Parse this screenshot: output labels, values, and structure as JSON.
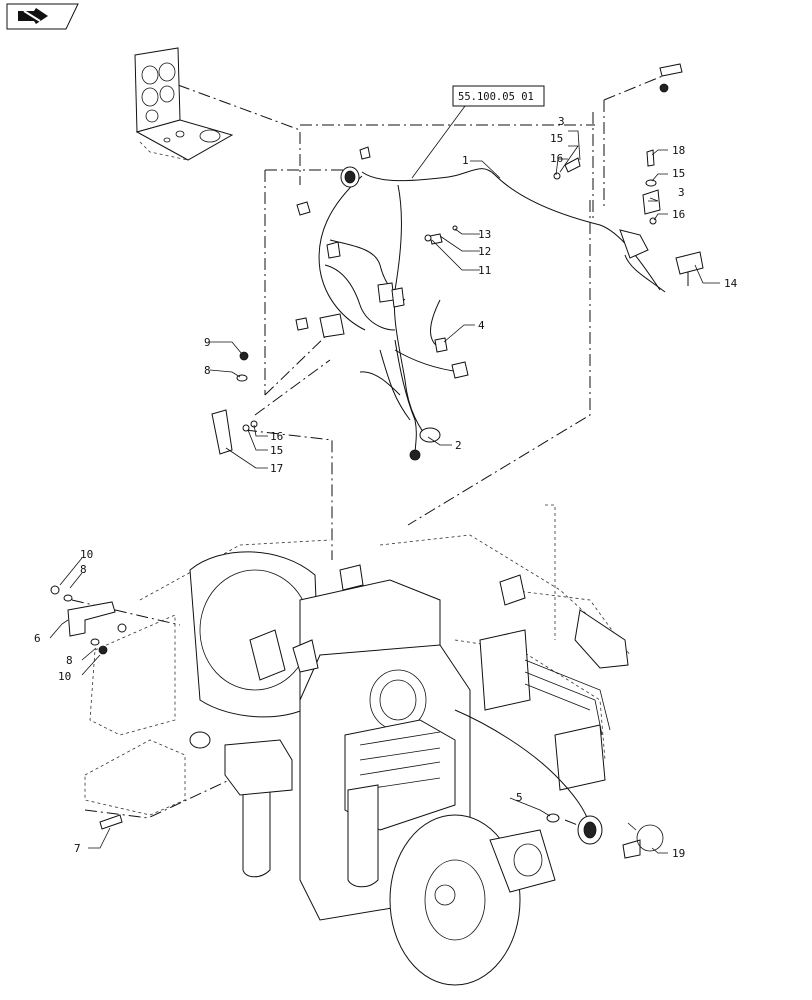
{
  "navigation": {
    "icon": "next-page-arrow-icon"
  },
  "reference": {
    "label": "55.100.05 01"
  },
  "callouts": [
    {
      "id": "c1",
      "label": "1"
    },
    {
      "id": "c2",
      "label": "2"
    },
    {
      "id": "c3a",
      "label": "3"
    },
    {
      "id": "c3b",
      "label": "3"
    },
    {
      "id": "c4",
      "label": "4"
    },
    {
      "id": "c5",
      "label": "5"
    },
    {
      "id": "c6",
      "label": "6"
    },
    {
      "id": "c7",
      "label": "7"
    },
    {
      "id": "c8a",
      "label": "8"
    },
    {
      "id": "c8b",
      "label": "8"
    },
    {
      "id": "c8c",
      "label": "8"
    },
    {
      "id": "c9",
      "label": "9"
    },
    {
      "id": "c10a",
      "label": "10"
    },
    {
      "id": "c10b",
      "label": "10"
    },
    {
      "id": "c11",
      "label": "11"
    },
    {
      "id": "c12",
      "label": "12"
    },
    {
      "id": "c13",
      "label": "13"
    },
    {
      "id": "c14",
      "label": "14"
    },
    {
      "id": "c15a",
      "label": "15"
    },
    {
      "id": "c15b",
      "label": "15"
    },
    {
      "id": "c15c",
      "label": "15"
    },
    {
      "id": "c16a",
      "label": "16"
    },
    {
      "id": "c16b",
      "label": "16"
    },
    {
      "id": "c16c",
      "label": "16"
    },
    {
      "id": "c17",
      "label": "17"
    },
    {
      "id": "c18",
      "label": "18"
    },
    {
      "id": "c19",
      "label": "19"
    }
  ]
}
